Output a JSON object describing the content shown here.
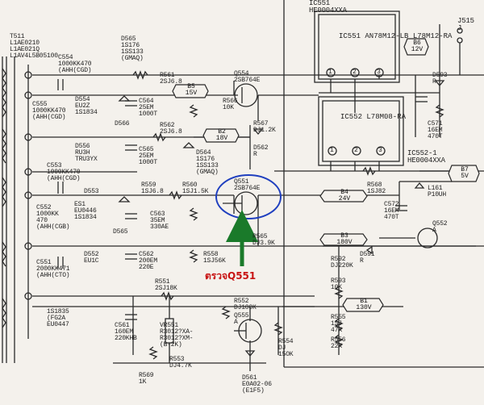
{
  "colors": {
    "ink": "#2a2a2a",
    "paper": "#f4f1ec",
    "highlight_circle": "#1f3fbf",
    "arrow": "#1a7a2a",
    "annotation": "#c81414"
  },
  "annotation_text": "ตรวจQ551",
  "labels": {
    "t511": "T511\nL1AE0210\nL1AE021Q\nL1AV4L5B05100",
    "c554": "C554\n1000KK470\n(AHH(CGD)",
    "d565": "D565\n1S176\n1SS133\n(GMAQ)",
    "r561": "R561\n2SJ6.8",
    "q554": "Q554\n2SB764E",
    "c555": "C555\n1000KK470\n(AHH(CGD)",
    "d554": "D554\nEU2Z\n1S1834",
    "c564": "C564\n25EM\n1000T",
    "d566": "D566",
    "r566": "R566\n10K",
    "r567": "R567\nDJ1.2K",
    "r562": "R562\n2SJ6.8",
    "d556": "D556\nRU3H\nTRU3YX",
    "c565": "C565\n25EM\n1000T",
    "d564": "D564\n1S176\n1SS133\n(GMAQ)",
    "d562": "D562\nR",
    "c553": "C553\n1000KK470\n(AHH(CGD)",
    "d553": "D553",
    "r559": "R559\n1SJ6.8",
    "r560": "R560\n1SJ1.5K",
    "q551": "Q551\n2SB764E",
    "c552": "C552\n1000KK\n470\n(AHH(CGB)",
    "d551": "ES1\nEU0446\n1S1834",
    "c563": "C563\n35EM\n330AE",
    "d565b": "D565",
    "r565": "R565\nDJ3.9K",
    "c562": "C562\n200EM\n220E",
    "r558": "R558\n1SJ56K",
    "d552": "D552\nEU1C",
    "c551": "C551\n2000KK471\n(AHH(CTO)",
    "d555": "1S1835\n(FG2A\nEU0447",
    "r551": "R551\n2SJ18K",
    "r592": "R592\nDJ220K",
    "d591": "D591\nR",
    "r593": "R593\n10K",
    "r552": "R552\nDJ100K",
    "c561": "C561\n160EM\n220KHB",
    "vr551": "VR551\nR3012?XA-\nR3012?XM-\n(B-2K)",
    "q555": "Q555\nA",
    "r553": "R553\nDJ4.7K",
    "r554": "R554\nDJ\n15OK",
    "r555": "R555\n1SJ\n47K",
    "r556": "R556\n22K",
    "r569": "R569\n1K",
    "d561": "D561\nE0A02-06\n(E1F5)",
    "ic551_top": "IC551\nHE0004XXA",
    "ic551": "IC551\nAN78M12-LB\nL78M12-RA",
    "ic552": "IC552\nL78M08-RA",
    "ic552_1": "IC552-1\nHE0004XXA",
    "j515": "J515\nJ",
    "b6": "B6\n12V",
    "d593": "D593\nR",
    "c571": "C571\n16EM\n470T",
    "r568": "R568\n1SJ82",
    "l161": "L161\nP10UH",
    "c572": "C572\n16EM\n470T",
    "q552": "Q552\nA",
    "b5": "B5\n15V",
    "b2": "B2\n18V",
    "b4": "B4\n24V",
    "b3": "B3\n180V",
    "b1": "B1\n130V",
    "b7": "B7\n5V",
    "pin1": "1",
    "pin2": "2",
    "pin3": "3",
    "pin1b": "1",
    "pin2b": "2",
    "pin3b": "3"
  }
}
